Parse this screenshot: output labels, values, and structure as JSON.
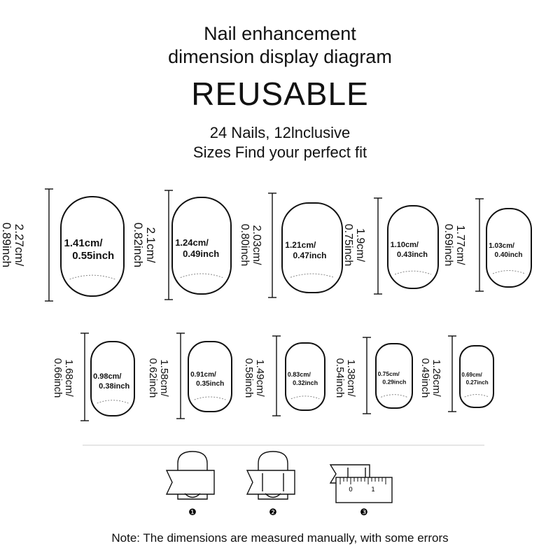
{
  "header": {
    "title_line1": "Nail enhancement",
    "title_line2": "dimension display diagram",
    "headline": "REUSABLE",
    "subtitle_line1": "24 Nails, 12lnclusive",
    "subtitle_line2": "Sizes Find your perfect fit"
  },
  "nails": [
    {
      "length": "2.27cm/",
      "length_inch": "0.89inch",
      "width": "1.41cm/",
      "width_inch": "0.55inch"
    },
    {
      "length": "2.1cm/",
      "length_inch": "0.82inch",
      "width": "1.24cm/",
      "width_inch": "0.49inch"
    },
    {
      "length": "2.03cm/",
      "length_inch": "0.80inch",
      "width": "1.21cm/",
      "width_inch": "0.47inch"
    },
    {
      "length": "1.9cm/",
      "length_inch": "0.75inch",
      "width": "1.10cm/",
      "width_inch": "0.43inch"
    },
    {
      "length": "1.77cm/",
      "length_inch": "0.69inch",
      "width": "1.03cm/",
      "width_inch": "0.40inch"
    },
    {
      "length": "1.68cm/",
      "length_inch": "0.66inch",
      "width": "0.98cm/",
      "width_inch": "0.38inch"
    },
    {
      "length": "1.58cm/",
      "length_inch": "0.62inch",
      "width": "0.91cm/",
      "width_inch": "0.35inch"
    },
    {
      "length": "1.49cm/",
      "length_inch": "0.58inch",
      "width": "0.83cm/",
      "width_inch": "0.32inch"
    },
    {
      "length": "1.38cm/",
      "length_inch": "0.54inch",
      "width": "0.75cm/",
      "width_inch": "0.29inch"
    },
    {
      "length": "1.26cm/",
      "length_inch": "0.49inch",
      "width": "0.69cm/",
      "width_inch": "0.27inch"
    }
  ],
  "steps": [
    {
      "marker": "❶"
    },
    {
      "marker": "❷"
    },
    {
      "marker": "❸",
      "ruler_0": "0",
      "ruler_1": "1"
    }
  ],
  "footer": {
    "note": "Note: The dimensions are measured manually, with some errors"
  },
  "colors": {
    "ink": "#111111",
    "divider": "#cccccc",
    "dashed": "#888888"
  }
}
